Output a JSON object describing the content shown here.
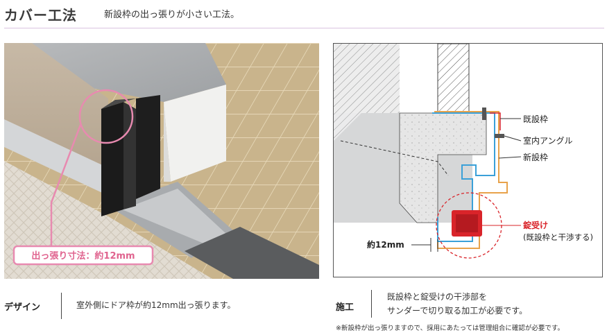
{
  "header": {
    "title": "カバー工法",
    "subtitle": "新設枠の出っ張りが小さい工法。"
  },
  "photo": {
    "badge": "出っ張り寸法：約12mm"
  },
  "diagram": {
    "labels": {
      "existing_frame": "既設枠",
      "inner_angle": "室内アングル",
      "new_frame": "新設枠",
      "strike": "錠受け",
      "strike_note": "(既設枠と干渉する)",
      "dimension": "約12mm"
    }
  },
  "captions": {
    "design": {
      "title": "デザイン",
      "text": "室外側にドア枠が約12mm出っ張ります。"
    },
    "construction": {
      "title": "施工",
      "line1": "既設枠と錠受けの干渉部を",
      "line2": "サンダーで切り取る加工が必要です。"
    },
    "note": "※新設枠が出っ張りますので、採用にあたっては管理組合に確認が必要です。"
  },
  "colors": {
    "accent_pink": "#e88ab0",
    "divider": "#d9c2e0",
    "strike_red": "#d9242a",
    "new_frame_blue": "#3aa0d8",
    "existing_frame_orange": "#e8a24a"
  }
}
